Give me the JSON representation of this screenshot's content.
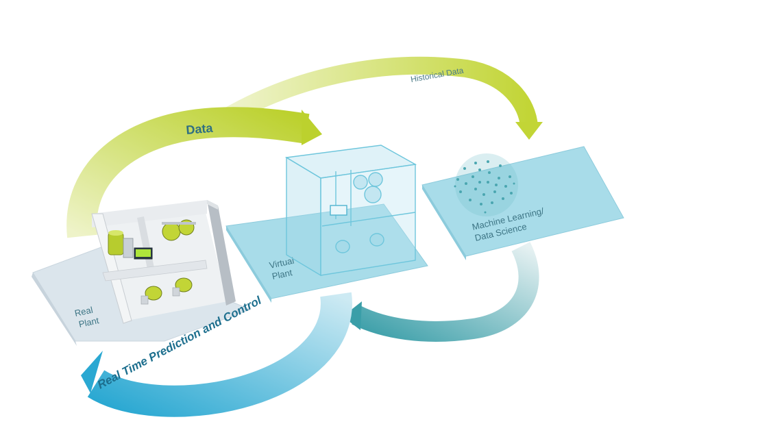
{
  "labels": {
    "data_arrow": "Data",
    "historical_arrow": "Historical Data",
    "realtime_arrow": "Real Time Prediction and Control",
    "real_plant": [
      "Real",
      "Plant"
    ],
    "virtual_plant": [
      "Virtual",
      "Plant"
    ],
    "ml": [
      "Machine Learning/",
      "Data Science"
    ]
  },
  "colors": {
    "lime": "#c8d94a",
    "lime_light": "#e8efb8",
    "teal": "#4aa6b0",
    "cyan": "#3ab0d4",
    "cyan_light": "#bfe6f2",
    "platform_gray": "#d7e2ea",
    "platform_blue": "#a9dce9",
    "text_dark": "#2f6f82"
  }
}
